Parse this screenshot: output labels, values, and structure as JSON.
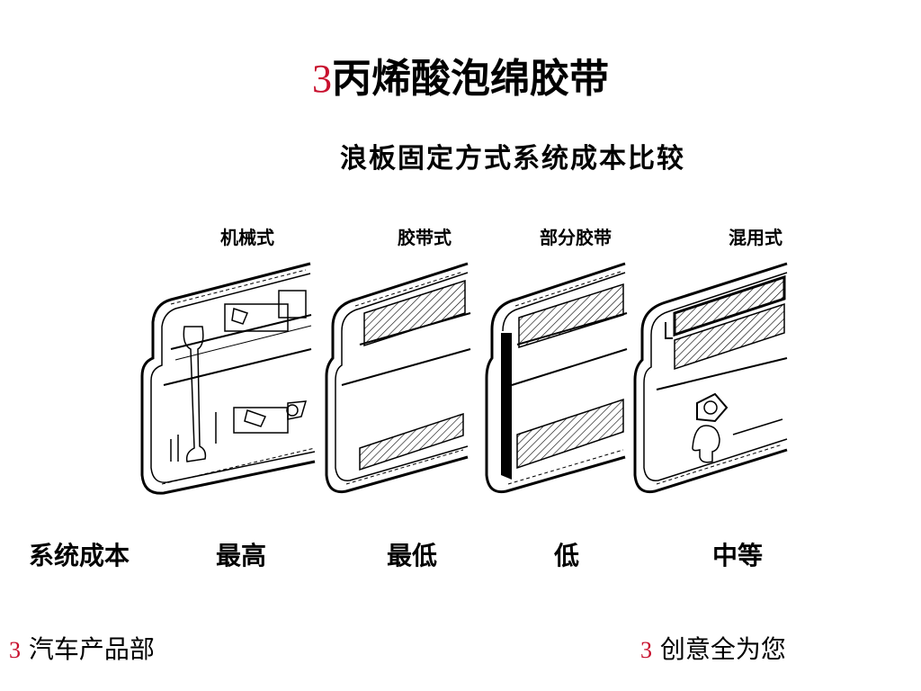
{
  "title": {
    "number": "3",
    "text": "丙烯酸泡绵胶带"
  },
  "subtitle": "浪板固定方式系统成本比较",
  "columns": [
    {
      "label": "机械式",
      "cost": "最高"
    },
    {
      "label": "胶带式",
      "cost": "最低"
    },
    {
      "label": "部分胶带",
      "cost": "低"
    },
    {
      "label": "混用式",
      "cost": "中等"
    }
  ],
  "row_label": "系统成本",
  "footer_left": {
    "number": "3",
    "text": "汽车产品部"
  },
  "footer_right": {
    "number": "3",
    "text": "创意全为您"
  },
  "colors": {
    "accent": "#c8102e",
    "text": "#000000"
  }
}
